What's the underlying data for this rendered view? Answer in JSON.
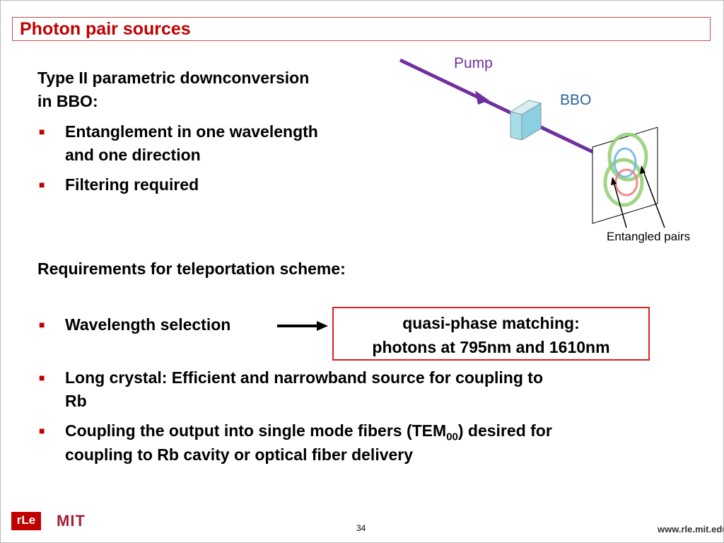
{
  "title": "Photon pair sources",
  "intro": {
    "line1": "Type II parametric downconversion",
    "line2": "in BBO:"
  },
  "bullets_top": [
    {
      "line1": "Entanglement in one wavelength",
      "line2": "and one direction"
    },
    {
      "line1": "Filtering required"
    }
  ],
  "diagram": {
    "pump_label": "Pump",
    "bbo_label": "BBO",
    "entangled_label": "Entangled pairs",
    "pump_color": "#7030a0"
  },
  "requirements_heading": "Requirements for teleportation scheme:",
  "bullet_wavelength": "Wavelength selection",
  "qpm": {
    "line1": "quasi-phase matching:",
    "line2": "photons at 795nm and 1610nm"
  },
  "bullet_long": {
    "line1": "Long crystal: Efficient and narrowband source for coupling to",
    "line2": "Rb"
  },
  "bullet_coupling": {
    "line1_pre": "Coupling the output into single mode fibers (TEM",
    "line1_sub": "00",
    "line1_post": ") desired for",
    "line2": "coupling to Rb cavity or optical fiber delivery"
  },
  "footer": {
    "rle_logo": "rLe",
    "mit_logo": "MIT",
    "page_number": "34",
    "url": "www.rle.mit.edu"
  },
  "colors": {
    "title": "#c00000",
    "bullet": "#c00000",
    "box_border": "#e02020"
  }
}
